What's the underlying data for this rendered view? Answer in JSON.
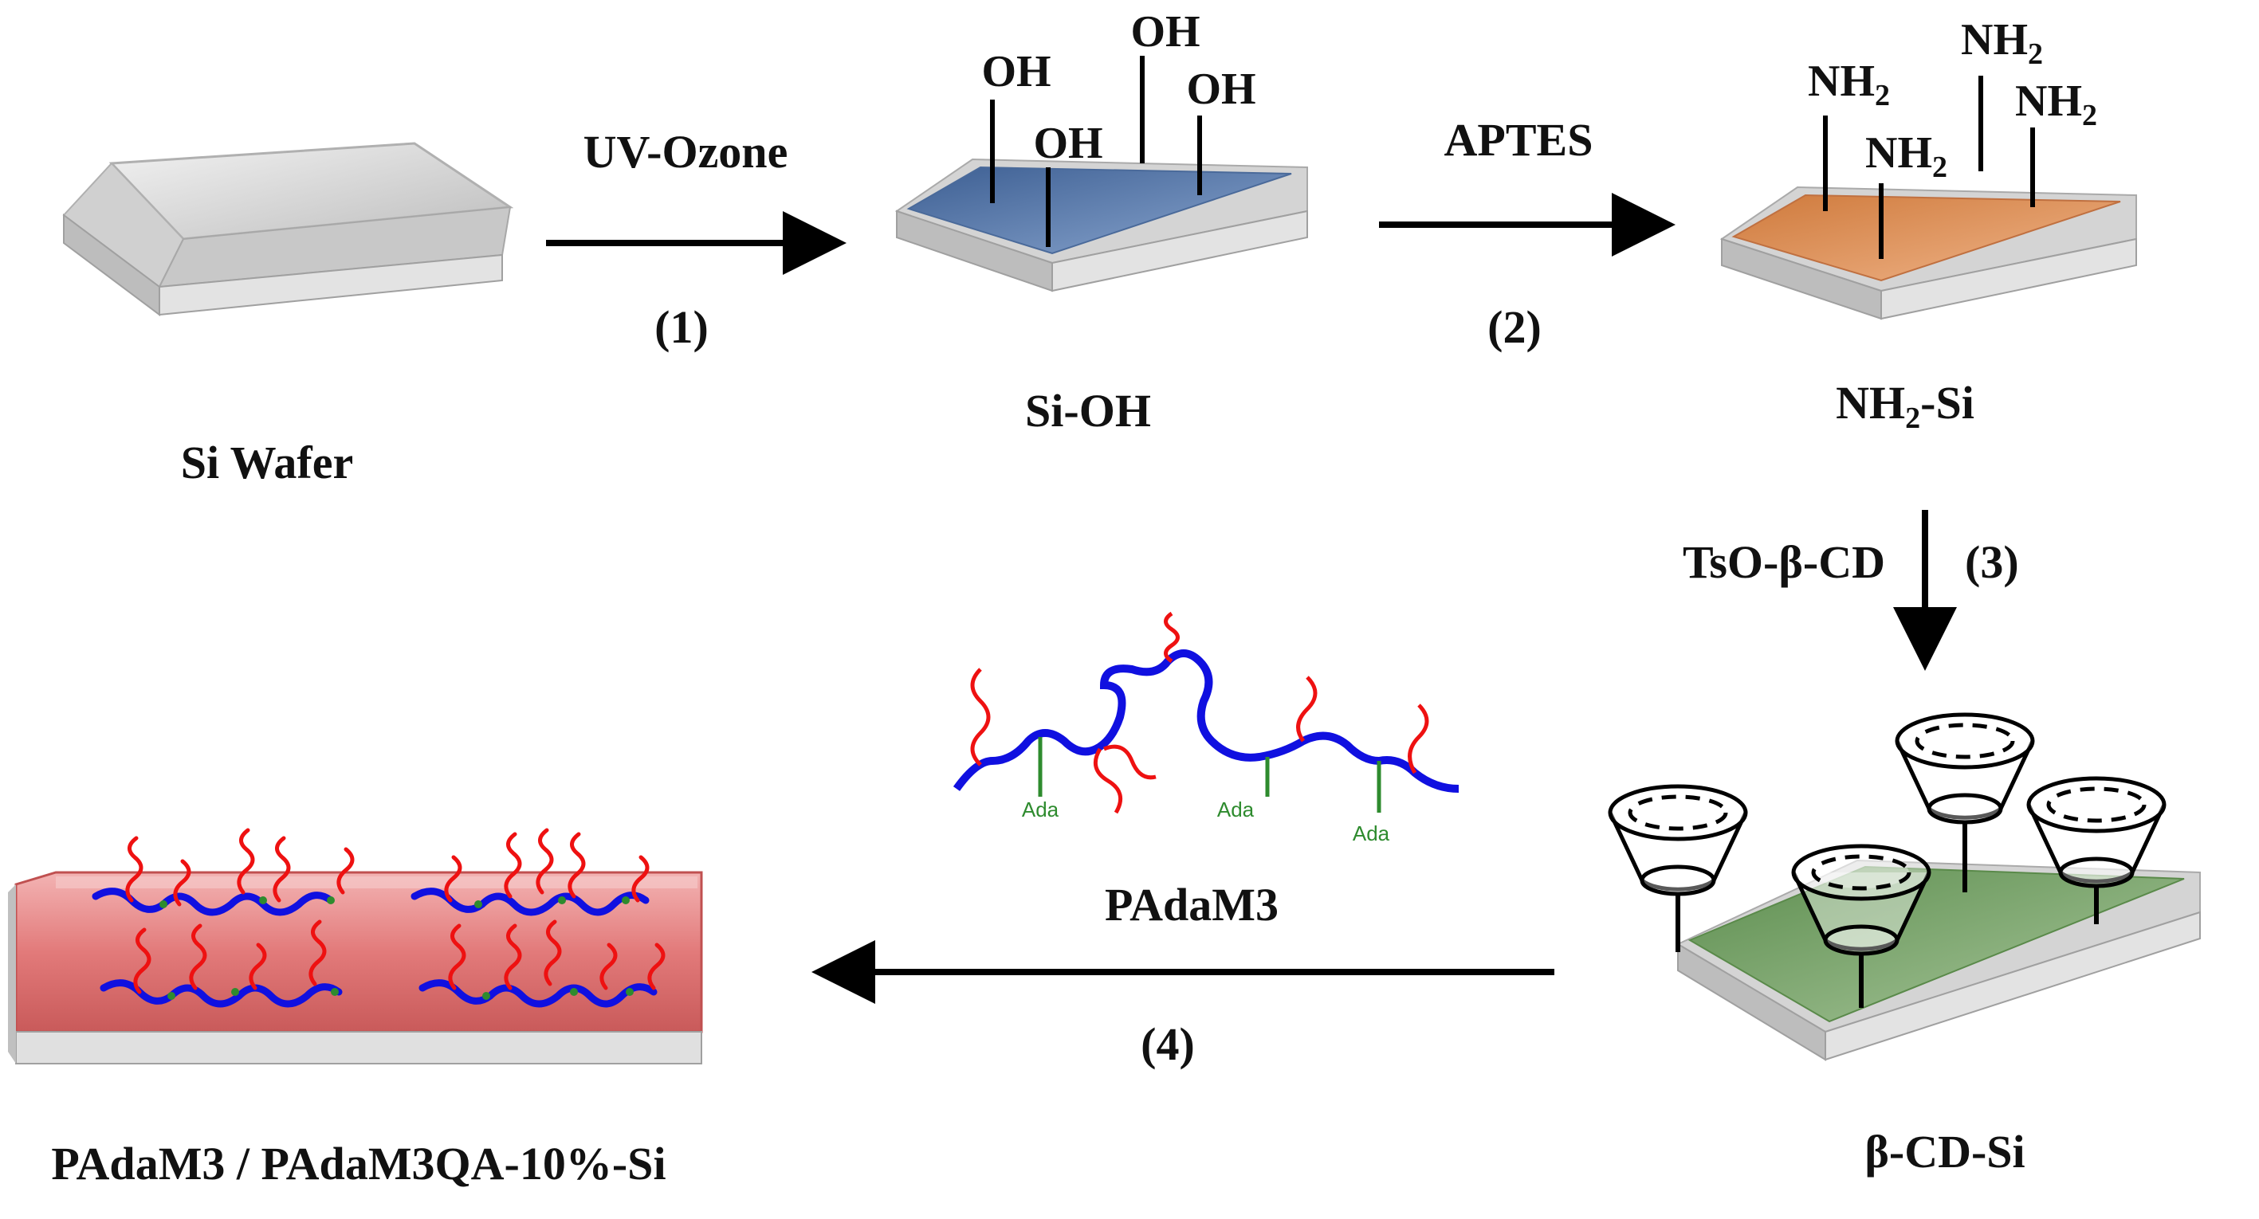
{
  "colors": {
    "silicon": "#d9d9d9",
    "hydroxyl_surface": "#4f6f9f",
    "amine_surface": "#d98a4f",
    "cd_surface": "#6f9f5f",
    "polymer_surface": "#e07a7a",
    "backbone": "#1010e0",
    "side_chain": "#ee1111",
    "ada_link": "#2e8b2e",
    "arrow": "#000000"
  },
  "substrates": {
    "si_wafer": {
      "label": "Si Wafer"
    },
    "si_oh": {
      "label": "Si-OH",
      "group": "OH"
    },
    "nh2_si": {
      "label_main": "NH",
      "label_sub": "2",
      "label_tail": "-Si",
      "group_main": "NH",
      "group_sub": "2"
    },
    "cd_si": {
      "label": "β-CD-Si"
    },
    "final": {
      "label": "PAdaM3 / PAdaM3QA-10%-Si"
    }
  },
  "steps": {
    "s1": {
      "reagent": "UV-Ozone",
      "number": "(1)"
    },
    "s2": {
      "reagent": "APTES",
      "number": "(2)"
    },
    "s3": {
      "reagent": "TsO-β-CD",
      "number": "(3)"
    },
    "s4": {
      "reagent": "PAdaM3",
      "number": "(4)"
    }
  },
  "polymer": {
    "anchor_label": "Ada"
  }
}
